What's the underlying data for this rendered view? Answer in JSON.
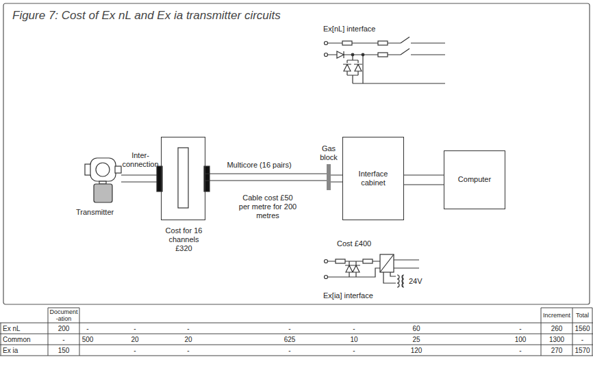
{
  "diagram": {
    "title": "Figure 7: Cost of Ex nL and Ex ia transmitter circuits",
    "nodes": [
      {
        "text": [
          "Cost for 16 channels £320"
        ]
      },
      {
        "text": [
          "Gas block"
        ]
      },
      {
        "text": [
          "Interface cabinet"
        ]
      },
      {
        "text": [
          "Computer"
        ]
      }
    ],
    "edges": [
      {
        "from": 0,
        "to": 1,
        "arrow": "none",
        "label": "Multicore (16 pairs)"
      },
      {
        "from": 1,
        "to": 2,
        "arrow": "none"
      },
      {
        "from": 2,
        "to": 3,
        "arrow": "none"
      }
    ],
    "labels": [
      "Ex[nL] interface",
      "Transmitter",
      "Inter- connection",
      "Cable cost £50 per metre for 200 metres",
      "Cost £400",
      "24V",
      "Ex[ia] interface",
      "Document -ation",
      "Increment",
      "Total",
      "Ex nL",
      "200",
      "-",
      "-",
      "-",
      "-",
      "-",
      "60",
      "-",
      "260",
      "1560",
      "Common",
      "-",
      "500",
      "20",
      "20",
      "625",
      "10",
      "25",
      "100",
      "1300",
      "-",
      "Ex ia",
      "150",
      "-",
      "-",
      "-",
      "-",
      "120",
      "-",
      "270",
      "1570"
    ]
  }
}
